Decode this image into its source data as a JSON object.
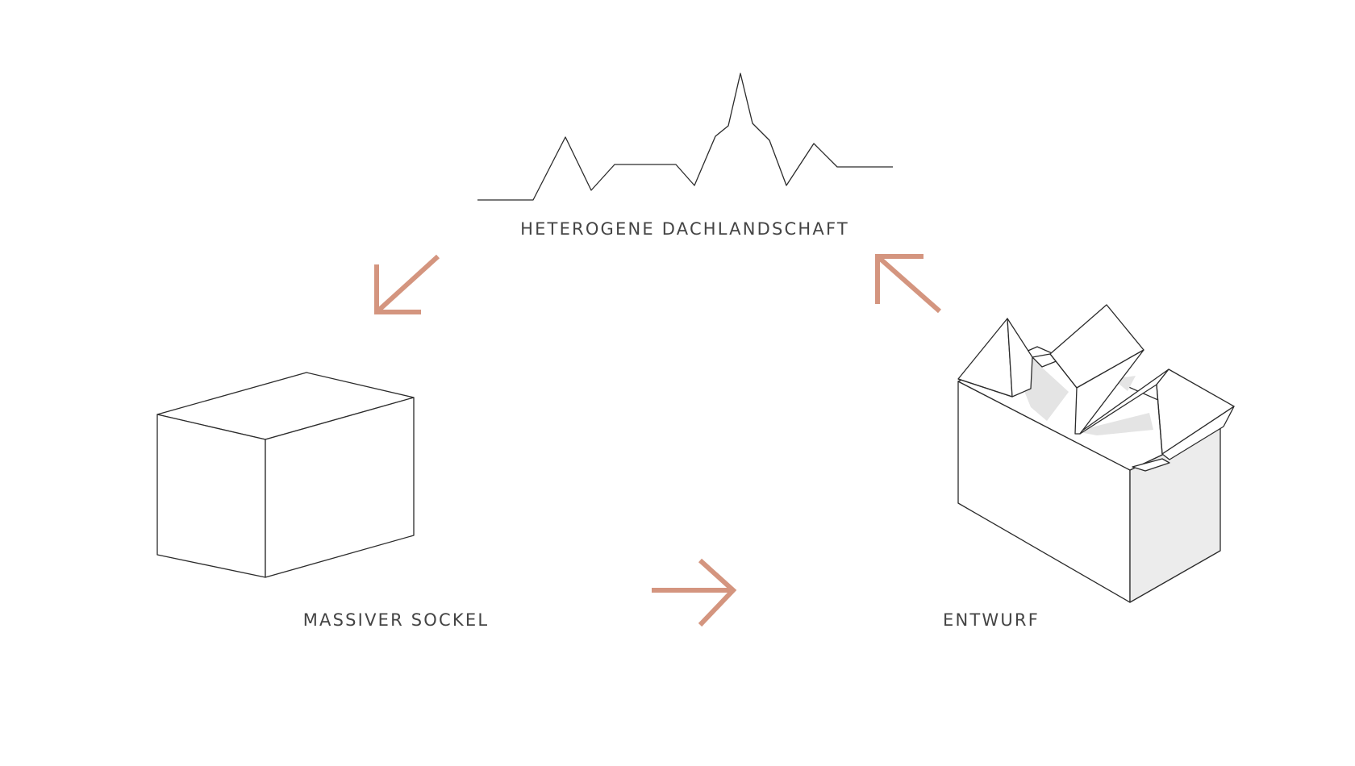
{
  "labels": {
    "skyline": "HETEROGENE DACHLANDSCHAFT",
    "base": "MASSIVER SOCKEL",
    "design": "ENTWURF"
  },
  "colors": {
    "arrow": "#d4957f",
    "line": "#2b2b2b",
    "text": "#444444",
    "background": "#ffffff"
  }
}
